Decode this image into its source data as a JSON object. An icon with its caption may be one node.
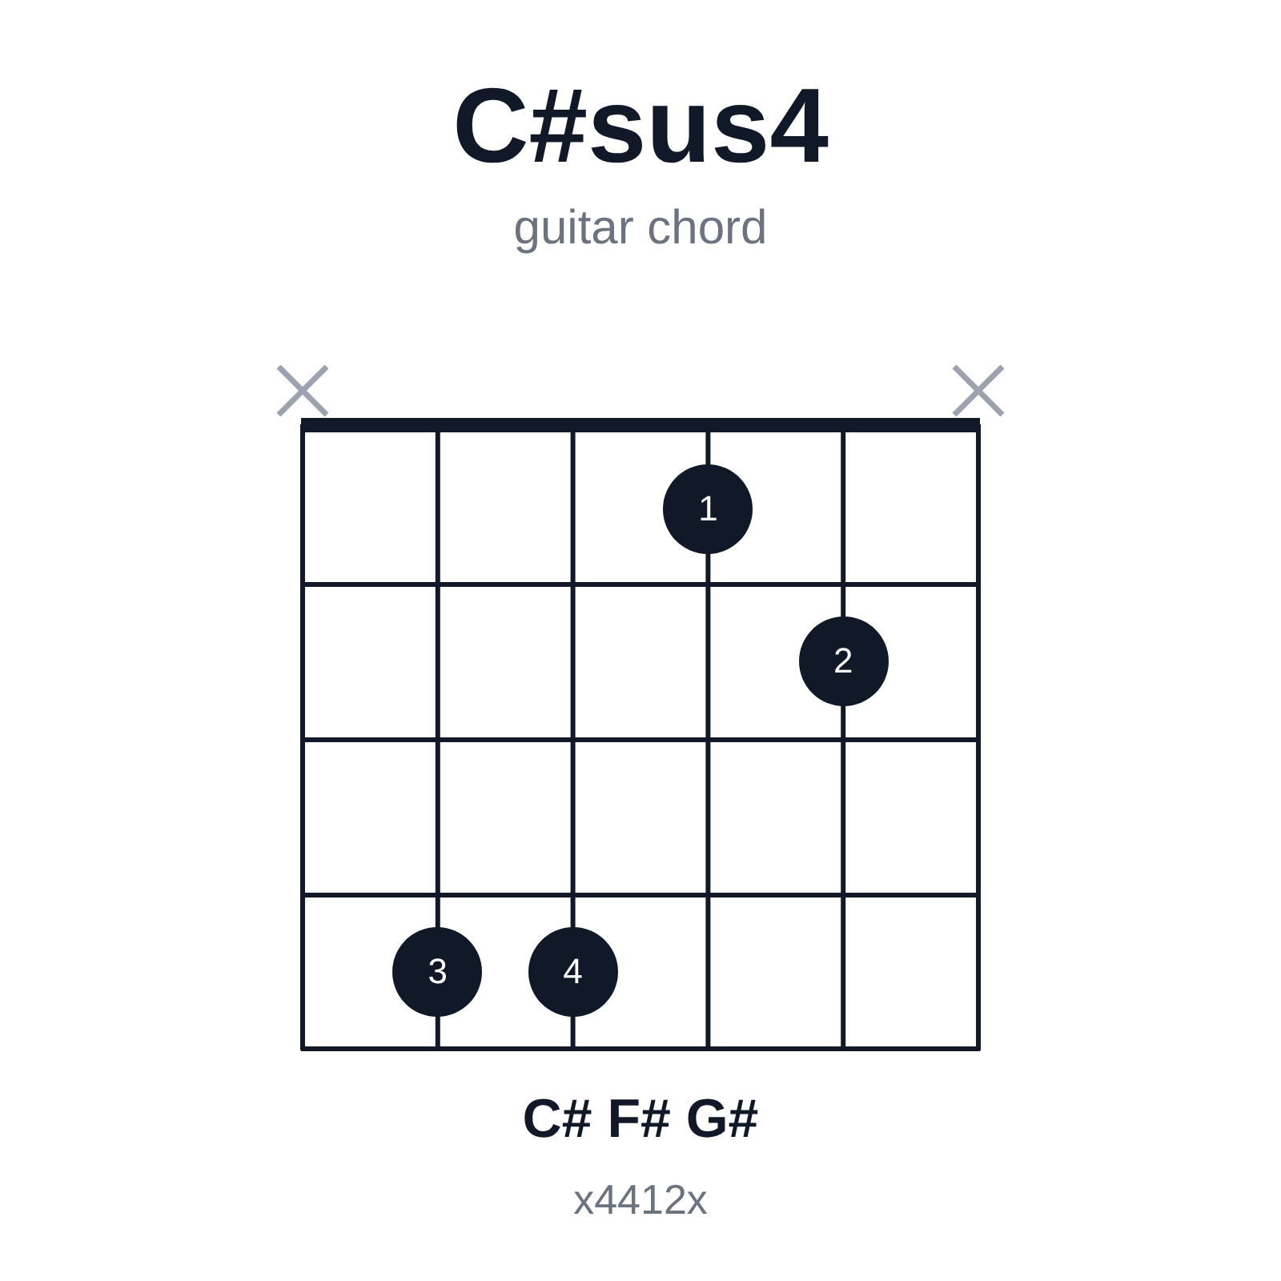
{
  "diagram": {
    "title": "C#sus4",
    "nodes": [
      {
        "text": [
          "1"
        ]
      },
      {
        "text": [
          "2"
        ]
      },
      {
        "text": [
          "3"
        ]
      },
      {
        "text": [
          "4"
        ]
      }
    ],
    "labels": [
      "guitar chord",
      "C# F# G#",
      "x4412x"
    ]
  }
}
